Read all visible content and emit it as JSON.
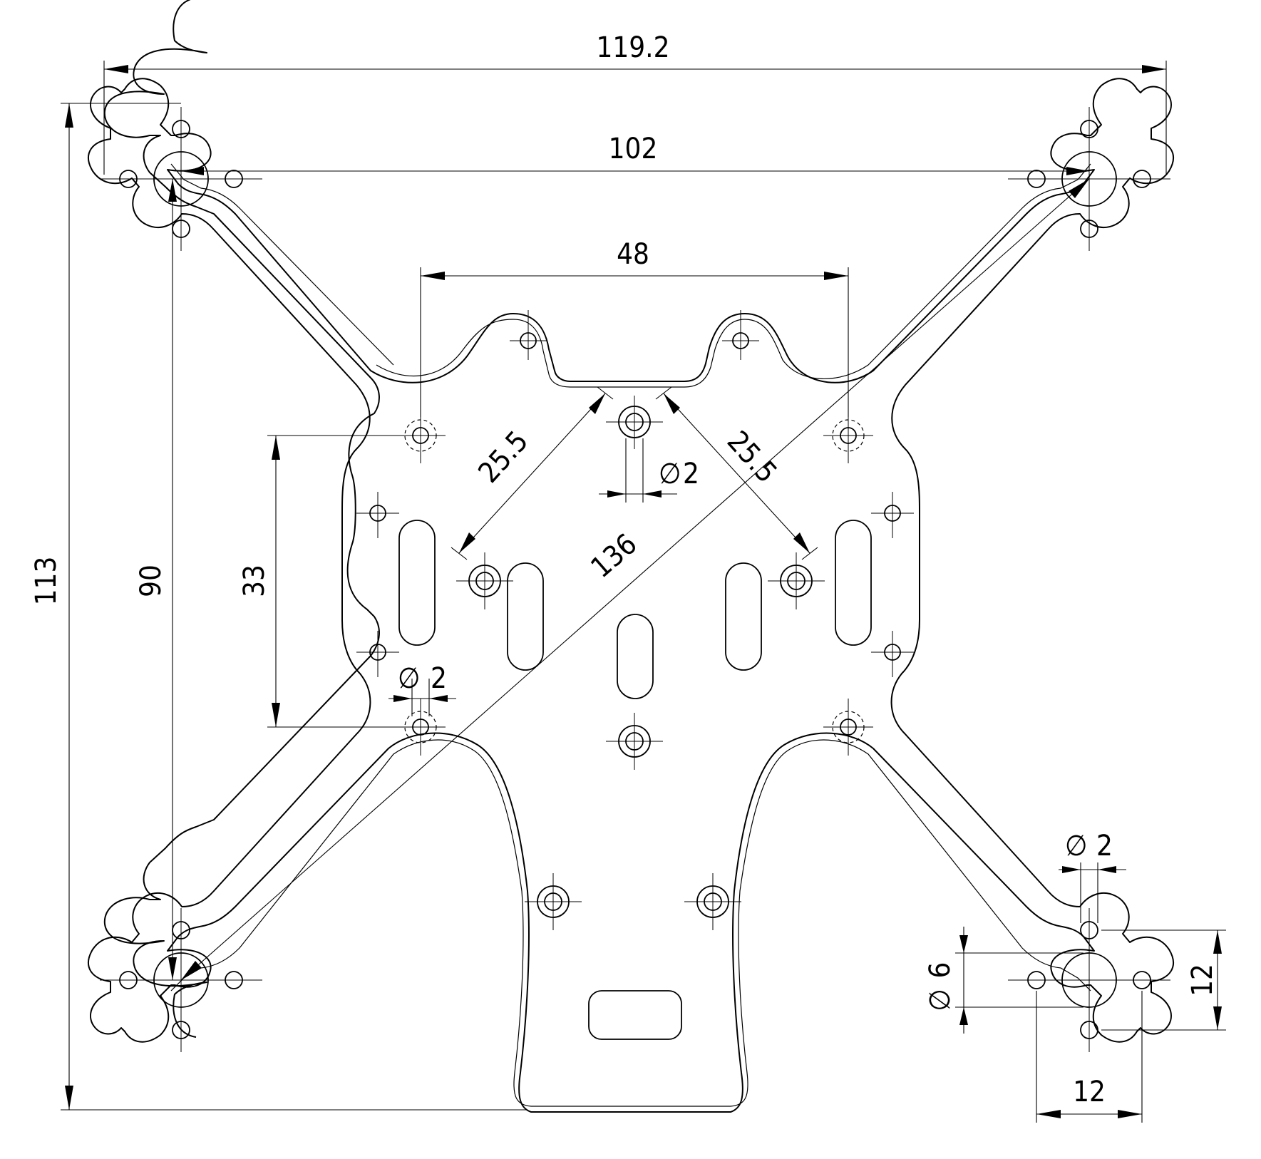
{
  "dimensions": {
    "overall_width": "119.2",
    "motor_spacing_x": "102",
    "slot_spacing": "48",
    "diag_left": "25.5",
    "diag_right": "25.5",
    "hole_dia_top": "2",
    "hole_dia_left": "2",
    "hole_dia_arm": "2",
    "diagonal": "136",
    "overall_height": "113",
    "motor_spacing_y": "90",
    "mount_spacing_y": "33",
    "motor_hole": "6",
    "motor_pattern_v": "12",
    "motor_pattern_h": "12"
  },
  "symbols": {
    "diameter": "∅"
  }
}
